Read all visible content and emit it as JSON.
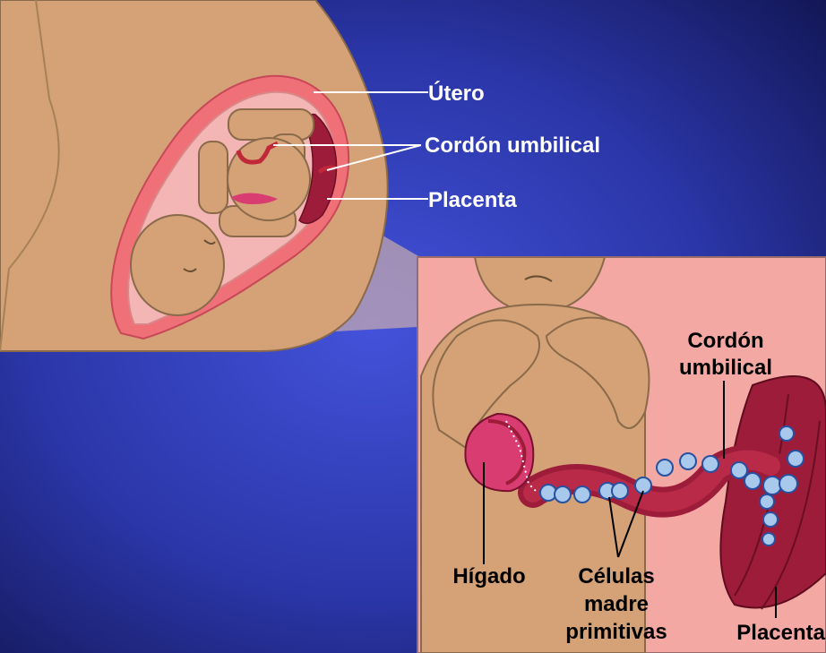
{
  "colors": {
    "background_center": "#3f4fd6",
    "background_edge": "#141860",
    "skin": "#d4a276",
    "uterus": "#f07078",
    "placenta": "#9c1c3a",
    "inset_background": "#f4a8a4",
    "liver": "#d83c70",
    "cells": "#a8c8ec"
  },
  "top_diagram": {
    "labels": {
      "uterus": "Útero",
      "umbilical_cord": "Cordón umbilical",
      "placenta": "Placenta"
    }
  },
  "inset": {
    "labels": {
      "cord_line1": "Cordón",
      "cord_line2": "umbilical",
      "liver": "Hígado",
      "stem_cells_line1": "Células",
      "stem_cells_line2": "madre",
      "stem_cells_line3": "primitivas",
      "placenta": "Placenta"
    }
  }
}
